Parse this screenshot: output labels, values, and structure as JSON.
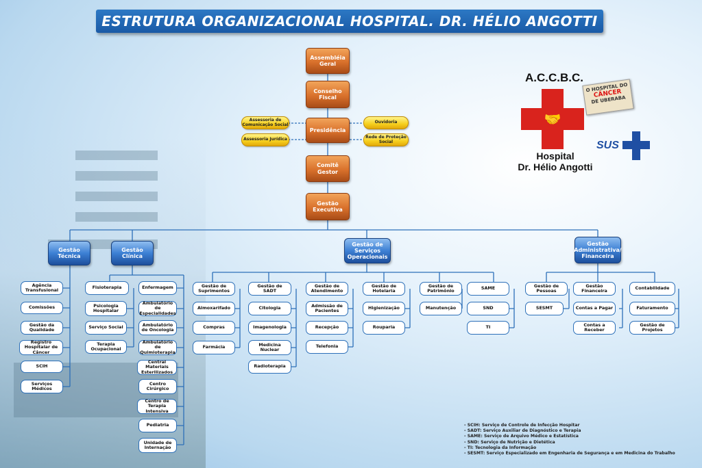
{
  "title": "ESTRUTURA ORGANIZACIONAL HOSPITAL. DR. HÉLIO ANGOTTI",
  "logo": {
    "acronym": "A.C.C.B.C.",
    "stamp_line1": "O HOSPITAL DO",
    "stamp_line2": "CÂNCER",
    "stamp_line3": "DE UBERABA",
    "hospital_line1": "Hospital",
    "hospital_line2": "Dr. Hélio Angotti",
    "sus": "SUS"
  },
  "colors": {
    "orange": "#d9712c",
    "yellow": "#f6cf1e",
    "blue_header": "#3d80d4",
    "border_blue": "#2c6fb8",
    "cross_red": "#d9231d"
  },
  "top": {
    "assembleia": "Assembléia Geral",
    "conselho": "Conselho Fiscal",
    "presidencia": "Presidência",
    "comite": "Comitê Gestor",
    "executiva": "Gestão Executiva"
  },
  "advisors": {
    "comunicacao": "Assessoria de Comunicação Social",
    "juridica": "Assessoria Jurídica",
    "ouvidoria": "Ouvidoria",
    "rede": "Rede de Proteção Social"
  },
  "heads": {
    "tecnica": "Gestão Técnica",
    "clinica": "Gestão Clínica",
    "servicos": "Gestão de Serviços Operacionais",
    "administrativa": "Gestão Administrativa/ Financeira"
  },
  "tecnica_items": [
    "Agência Transfusional",
    "Comissões",
    "Gestão da Qualidade",
    "Registro Hospitalar de Câncer",
    "SCIH",
    "Serviços Médicos"
  ],
  "clinica_col1": [
    "Fisioterapia",
    "Psicologia Hospitalar",
    "Serviço Social",
    "Terapia Ocupacional"
  ],
  "clinica_col2": [
    "Enfermagem",
    "Ambulatório de Especialidades",
    "Ambulatório de Oncologia",
    "Ambulatório de Quimioterapia",
    "Central Materiais Esterilizados",
    "Centro Cirúrgico",
    "Centro de Terapia Intensiva",
    "Pediatria",
    "Unidade de Internação"
  ],
  "serv_sup": [
    "Gestão de Suprimentos",
    "Almoxarifado",
    "Compras",
    "Farmácia"
  ],
  "serv_sadt": [
    "Gestão de SADT",
    "Citologia",
    "Imagenologia",
    "Medicina Nuclear",
    "Radioterapia"
  ],
  "serv_atend": [
    "Gestão de Atendimento",
    "Admissão de Pacientes",
    "Recepção",
    "Telefonia"
  ],
  "serv_hot": [
    "Gestão de Hotelaria",
    "Higienização",
    "Rouparia"
  ],
  "serv_pat": [
    "Gestão de Patrimônio",
    "Manutenção"
  ],
  "serv_same": [
    "SAME",
    "SND",
    "TI"
  ],
  "adm_pessoas": [
    "Gestão de Pessoas",
    "SESMT"
  ],
  "adm_fin": [
    "Gestão Financeira",
    "Contas a Pagar",
    "Contas a Receber"
  ],
  "adm_cont": [
    "Contabilidade",
    "Faturamento",
    "Gestão de Projetos"
  ],
  "legend": [
    "- SCIH: Serviço de Controle de Infecção Hospitar",
    "- SADT: Serviço Auxiliar de Diagnóstico e Terapia",
    "- SAME: Serviço de Arquivo Médico e Estatística",
    "- SND: Serviço de Nutrição e Dietética",
    "- TI: Tecnologia da Informação",
    "- SESMT: Serviço Especializado em Engenharia de Segurança e em Medicina do Trabalho"
  ]
}
